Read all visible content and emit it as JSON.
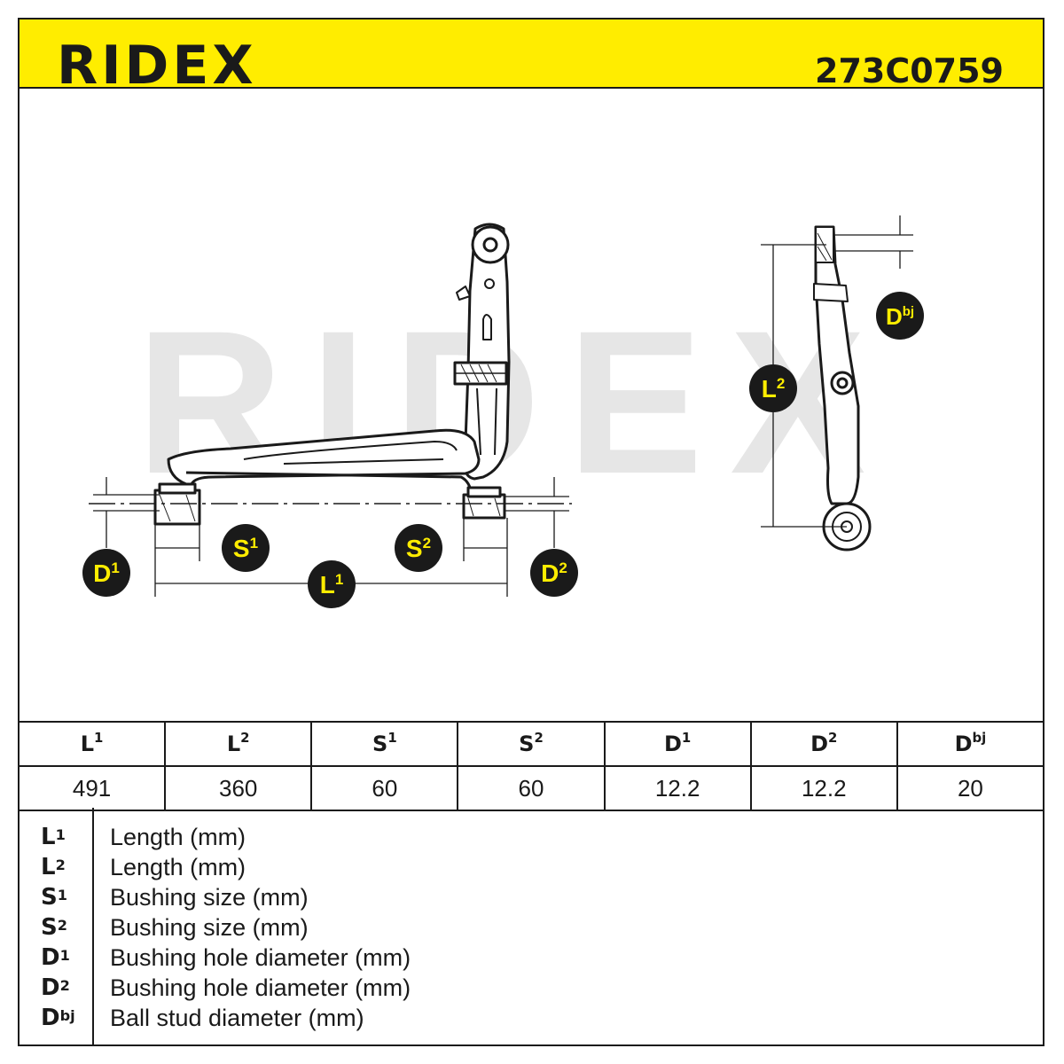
{
  "header": {
    "brand": "RIDEX",
    "part_number": "273C0759"
  },
  "watermark": "RIDEX",
  "colors": {
    "accent": "#ffed00",
    "ink": "#1a1a1a",
    "watermark": "#e6e6e6"
  },
  "labels": {
    "S1": {
      "base": "S",
      "sup": "1"
    },
    "S2": {
      "base": "S",
      "sup": "2"
    },
    "L1": {
      "base": "L",
      "sup": "1"
    },
    "L2": {
      "base": "L",
      "sup": "2"
    },
    "D1": {
      "base": "D",
      "sup": "1"
    },
    "D2": {
      "base": "D",
      "sup": "2"
    },
    "Dbj": {
      "base": "D",
      "sup": "bj"
    }
  },
  "table": {
    "headers": [
      {
        "base": "L",
        "sup": "1"
      },
      {
        "base": "L",
        "sup": "2"
      },
      {
        "base": "S",
        "sup": "1"
      },
      {
        "base": "S",
        "sup": "2"
      },
      {
        "base": "D",
        "sup": "1"
      },
      {
        "base": "D",
        "sup": "2"
      },
      {
        "base": "D",
        "sup": "bj"
      }
    ],
    "values": [
      "491",
      "360",
      "60",
      "60",
      "12.2",
      "12.2",
      "20"
    ]
  },
  "legend": [
    {
      "base": "L",
      "sup": "1",
      "text": "Length (mm)"
    },
    {
      "base": "L",
      "sup": "2",
      "text": "Length (mm)"
    },
    {
      "base": "S",
      "sup": "1",
      "text": "Bushing size (mm)"
    },
    {
      "base": "S",
      "sup": "2",
      "text": "Bushing size (mm)"
    },
    {
      "base": "D",
      "sup": "1",
      "text": "Bushing hole diameter (mm)"
    },
    {
      "base": "D",
      "sup": "2",
      "text": "Bushing hole diameter (mm)"
    },
    {
      "base": "D",
      "sup": "bj",
      "text": "Ball stud diameter (mm)"
    }
  ]
}
